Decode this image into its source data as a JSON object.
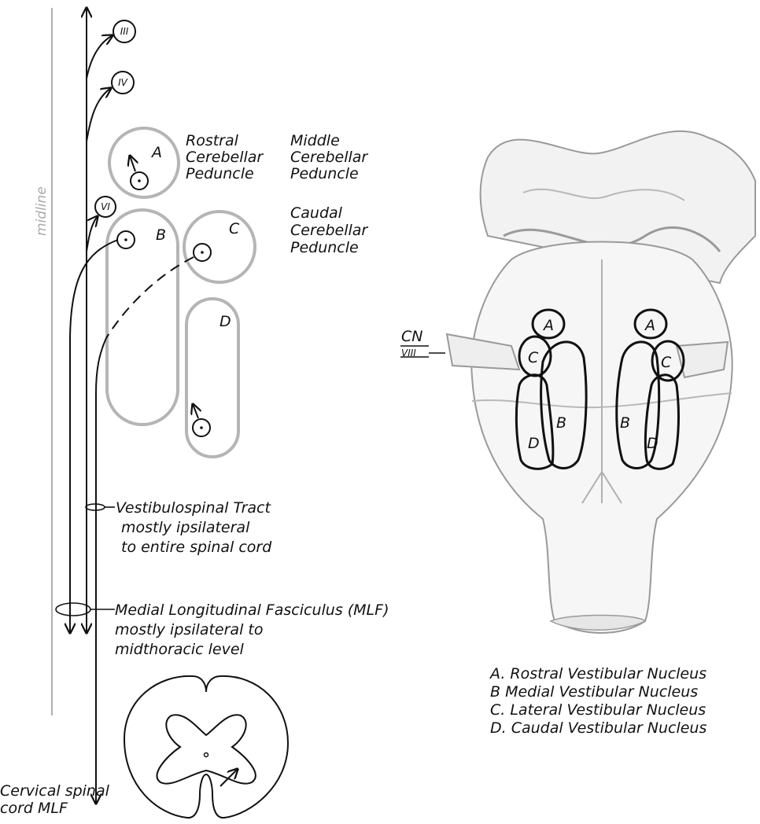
{
  "midline_label": "midline",
  "cranial_nerves": {
    "iii": "III",
    "iv": "IV",
    "vi": "VI"
  },
  "nuclei_letters": {
    "a": "A",
    "b": "B",
    "c": "C",
    "d": "D"
  },
  "peduncles": {
    "rostral": [
      "Rostral",
      "Cerebellar",
      "Peduncle"
    ],
    "middle": [
      "Middle",
      "Cerebellar",
      "Peduncle"
    ],
    "caudal": [
      "Caudal",
      "Cerebellar",
      "Peduncle"
    ]
  },
  "tracts": {
    "vestibulospinal": [
      "Vestibulospinal Tract",
      "mostly ipsilateral",
      "to entire spinal cord"
    ],
    "mlf": [
      "Medial Longitudinal Fasciculus (MLF)",
      "mostly ipsilateral to",
      "midthoracic level"
    ]
  },
  "spinal_cord_label": [
    "Cervical spinal",
    "cord  MLF"
  ],
  "cn_label": {
    "top": "CN",
    "bottom": "VIII"
  },
  "legend": [
    "A.  Rostral Vestibular Nucleus",
    "B   Medial Vestibular Nucleus",
    "C.  Lateral Vestibular Nucleus",
    "D.  Caudal Vestibular Nucleus"
  ],
  "colors": {
    "nucleus_outline": "#b5b5b5",
    "ink": "#111111",
    "brainstem": "#9a9a9a"
  }
}
